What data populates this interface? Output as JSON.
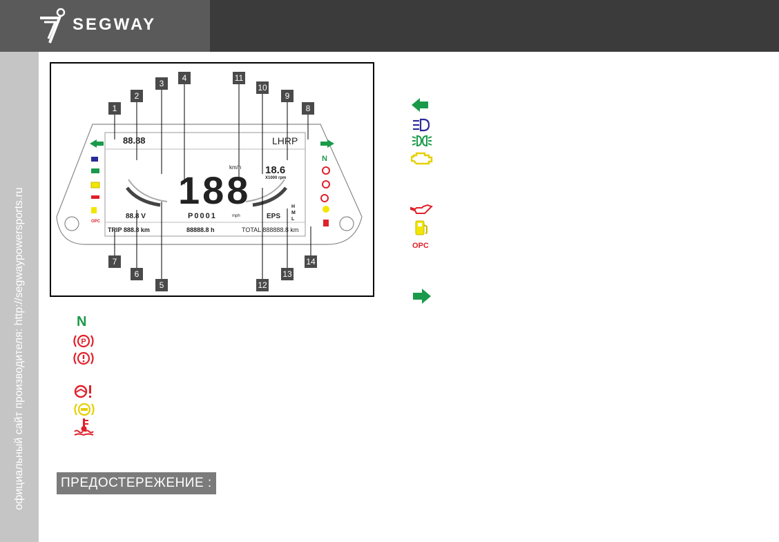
{
  "header": {
    "brand": "SEGWAY"
  },
  "sidebar": {
    "text": "официальный сайт производителя: http://segwaypowersports.ru"
  },
  "dashboard": {
    "callouts": [
      "1",
      "2",
      "3",
      "4",
      "11",
      "10",
      "9",
      "8",
      "7",
      "6",
      "5",
      "12",
      "13",
      "14"
    ],
    "lcd": {
      "top_left": "88.88",
      "gear_indicator": "LHRP",
      "rpm_value": "18.6",
      "rpm_unit": "X1000 rpm",
      "speed": "188",
      "speed_unit": "km/h",
      "odometer_code": "P0001",
      "mph": "mph",
      "battery": "88.8 V",
      "trip": "TRIP 888.8 km",
      "hours": "88888.8 h",
      "total": "TOTAL 888888.8 km",
      "eps": "EPS",
      "hml": [
        "H",
        "M",
        "L"
      ],
      "neutral": "N",
      "opc": "OPC"
    }
  },
  "right_legend": {
    "icons": [
      "left-arrow-icon",
      "low-beam-icon",
      "position-light-icon",
      "engine-icon",
      "oil-can-icon",
      "fuel-pump-icon",
      "opc-icon",
      "right-arrow-icon"
    ],
    "opc_label": "OPC"
  },
  "bottom_legend": {
    "neutral_label": "N",
    "icons": [
      "neutral-icon",
      "parking-brake-icon",
      "brake-warning-icon",
      "eps-warning-icon",
      "abs-icon",
      "coolant-temp-icon"
    ]
  },
  "warning_label": "ПРЕДОСТЕРЕЖЕНИЕ :",
  "colors": {
    "green": "#1a9a4a",
    "red": "#e0202a",
    "yellow": "#f2e600",
    "blue": "#2a2a9a"
  }
}
